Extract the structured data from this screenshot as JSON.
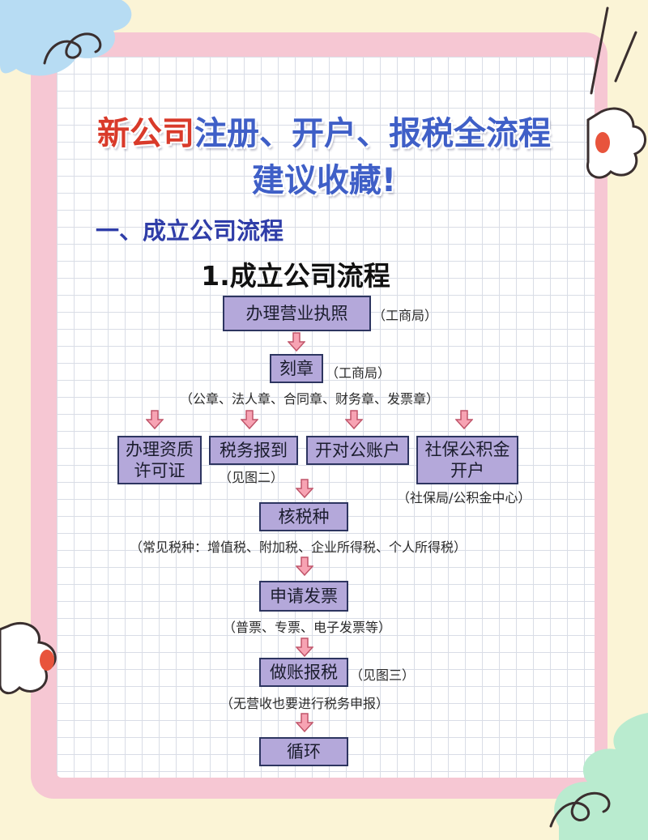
{
  "title": {
    "highlight": "新公司",
    "rest": "注册、开户、报税全流程",
    "line2": "建议收藏!"
  },
  "section_heading": "一、成立公司流程",
  "diagram_title": "1.成立公司流程",
  "steps": {
    "license": "办理营业执照",
    "seal": "刻章",
    "permit_line1": "办理资质",
    "permit_line2": "许可证",
    "tax_reg": "税务报到",
    "bank": "开对公账户",
    "social_line1": "社保公积金",
    "social_line2": "开户",
    "tax_type": "核税种",
    "invoice": "申请发票",
    "bookkeeping": "做账报税",
    "loop": "循环"
  },
  "notes": {
    "license": "（工商局）",
    "seal": "（工商局）",
    "seal_types": "（公章、法人章、合同章、财务章、发票章）",
    "tax_reg": "（见图二）",
    "social": "（社保局/公积金中心）",
    "tax_type": "（常见税种：增值税、附加税、企业所得税、个人所得税）",
    "invoice": "（普票、专票、电子发票等）",
    "bookkeeping": "（见图三）",
    "zero_report": "（无营收也要进行税务申报）"
  },
  "colors": {
    "box_fill": "#b4a8da",
    "box_border": "#2d3560",
    "arrow_fill": "#f7a3b3",
    "arrow_stroke": "#c0556a",
    "title_blue": "#3f5fc7",
    "title_red": "#d93a2a"
  }
}
